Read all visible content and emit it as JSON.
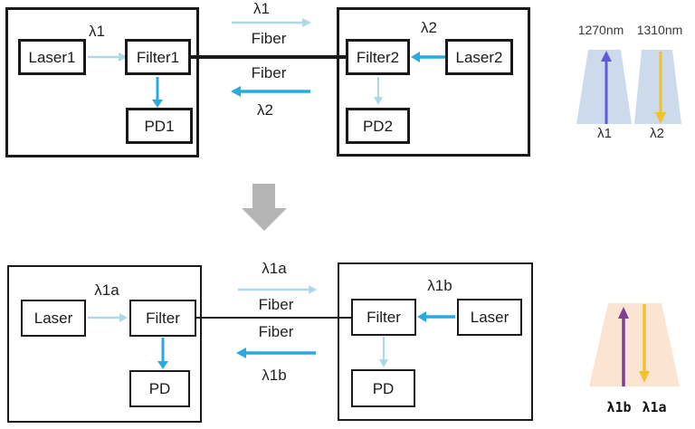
{
  "colors": {
    "pale": "#abd9e6",
    "blue": "#29abe2",
    "violet": "#5c5cd8",
    "purple": "#7d3f98",
    "yellow": "#f2c12e",
    "band_blue": "#ccdaec",
    "band_peach": "#fce4d3",
    "gray": "#b5b5b5",
    "ink": "#1a1a1a"
  },
  "stage1": {
    "left_terminal": {
      "laser": "Laser1",
      "wavelength": "λ1",
      "filter": "Filter1",
      "pd": "PD1"
    },
    "right_terminal": {
      "wavelength": "λ2",
      "laser": "Laser2",
      "filter": "Filter2",
      "pd": "PD2"
    },
    "link": {
      "forward_wavelength": "λ1",
      "forward_fiber": "Fiber",
      "backward_fiber": "Fiber",
      "backward_wavelength": "λ2"
    },
    "spectrum": {
      "left_peak": "1270nm",
      "right_peak": "1310nm",
      "left_wavelength": "λ1",
      "right_wavelength": "λ2"
    }
  },
  "stage2": {
    "left_terminal": {
      "laser": "Laser",
      "wavelength": "λ1a",
      "filter": "Filter",
      "pd": "PD"
    },
    "right_terminal": {
      "wavelength": "λ1b",
      "laser": "Laser",
      "filter": "Filter",
      "pd": "PD"
    },
    "link": {
      "forward_wavelength": "λ1a",
      "forward_fiber": "Fiber",
      "backward_fiber": "Fiber",
      "backward_wavelength": "λ1b"
    },
    "spectrum": {
      "up_wavelength": "λ1b",
      "down_wavelength": "λ1a"
    }
  }
}
